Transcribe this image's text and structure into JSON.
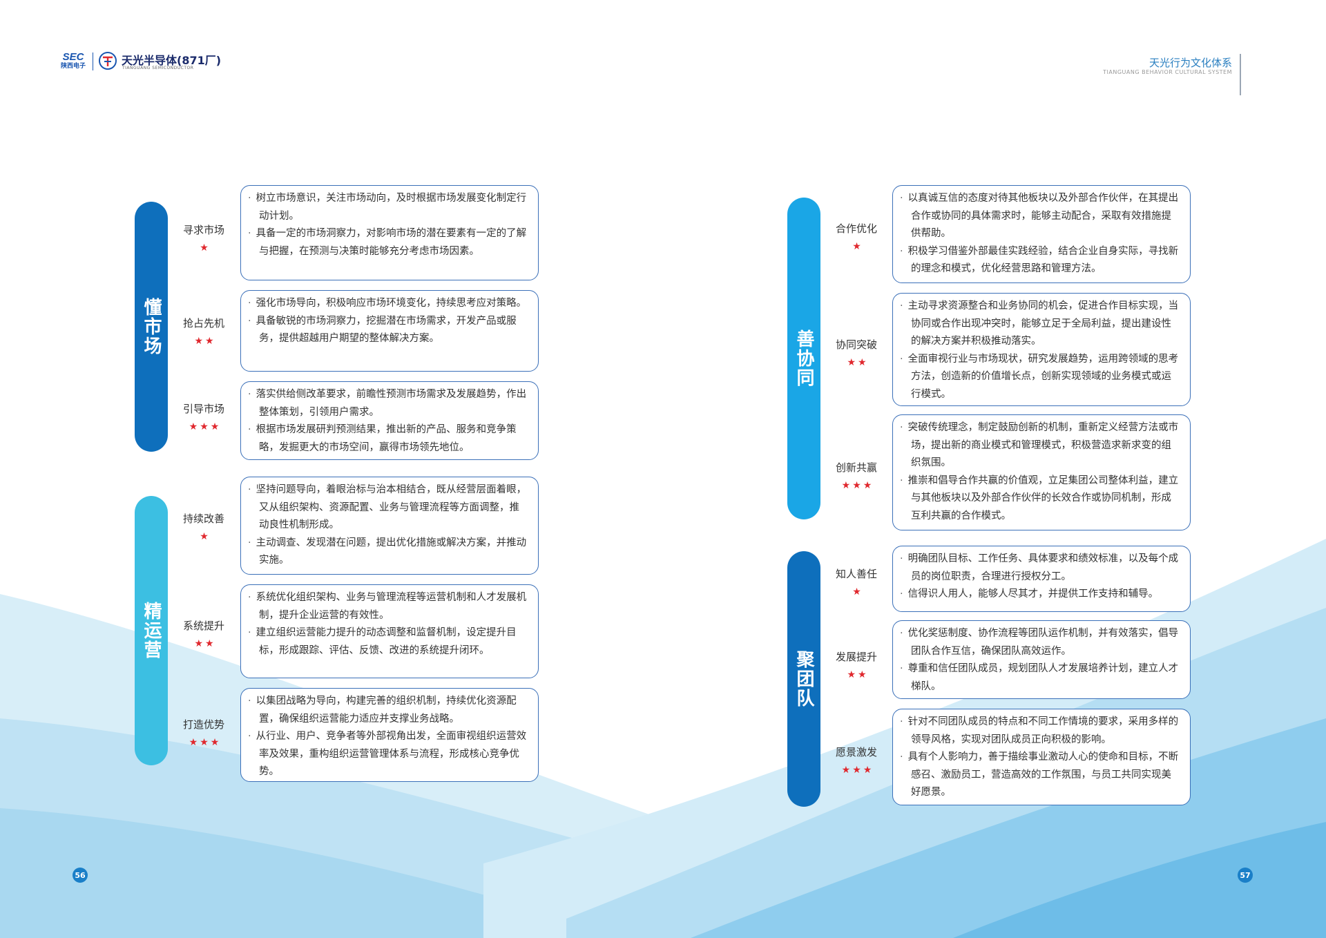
{
  "header": {
    "logo_sec": "SEC",
    "logo_sec_sub": "陕西电子",
    "company_name": "天光半导体(871厂)",
    "company_name_en": "TIANGUANG SEMICONDUCTOR",
    "title": "天光行为文化体系",
    "subtitle": "TIANGUANG BEHAVIOR CULTURAL SYSTEM"
  },
  "colors": {
    "dark_blue": "#0e6fbc",
    "light_blue": "#2eb8e0",
    "sky_blue": "#1aa6e6",
    "card_border": "#3a6fb8",
    "star_red": "#e0282e"
  },
  "left_page": {
    "groups": [
      {
        "title": "懂市场",
        "items": [
          {
            "label": "寻求市场",
            "stars": "★",
            "lines": [
              "树立市场意识，关注市场动向，及时根据市场发展变化制定行动计划。",
              "具备一定的市场洞察力，对影响市场的潜在要素有一定的了解与把握，在预测与决策时能够充分考虑市场因素。"
            ]
          },
          {
            "label": "抢占先机",
            "stars": "★★",
            "lines": [
              "强化市场导向，积极响应市场环境变化，持续思考应对策略。",
              "具备敏锐的市场洞察力，挖掘潜在市场需求，开发产品或服务，提供超越用户期望的整体解决方案。"
            ]
          },
          {
            "label": "引导市场",
            "stars": "★★★",
            "lines": [
              "落实供给侧改革要求，前瞻性预测市场需求及发展趋势，作出整体策划，引领用户需求。",
              "根据市场发展研判预测结果，推出新的产品、服务和竞争策略，发掘更大的市场空间，赢得市场领先地位。"
            ]
          }
        ]
      },
      {
        "title": "精运营",
        "items": [
          {
            "label": "持续改善",
            "stars": "★",
            "lines": [
              "坚持问题导向，着眼治标与治本相结合，既从经营层面着眼，又从组织架构、资源配置、业务与管理流程等方面调整，推动良性机制形成。",
              "主动调查、发现潜在问题，提出优化措施或解决方案，并推动实施。"
            ]
          },
          {
            "label": "系统提升",
            "stars": "★★",
            "lines": [
              "系统优化组织架构、业务与管理流程等运营机制和人才发展机制，提升企业运营的有效性。",
              "建立组织运营能力提升的动态调整和监督机制，设定提升目标，形成跟踪、评估、反馈、改进的系统提升闭环。"
            ]
          },
          {
            "label": "打造优势",
            "stars": "★★★",
            "lines": [
              "以集团战略为导向，构建完善的组织机制，持续优化资源配置，确保组织运营能力适应并支撑业务战略。",
              "从行业、用户、竞争者等外部视角出发，全面审视组织运营效率及效果，重构组织运营管理体系与流程，形成核心竞争优势。"
            ]
          }
        ]
      }
    ],
    "page_number": "56"
  },
  "right_page": {
    "groups": [
      {
        "title": "善协同",
        "items": [
          {
            "label": "合作优化",
            "stars": "★",
            "lines": [
              "以真诚互信的态度对待其他板块以及外部合作伙伴，在其提出合作或协同的具体需求时，能够主动配合，采取有效措施提供帮助。",
              "积极学习借鉴外部最佳实践经验，结合企业自身实际，寻找新的理念和模式，优化经营思路和管理方法。"
            ]
          },
          {
            "label": "协同突破",
            "stars": "★★",
            "lines": [
              "主动寻求资源整合和业务协同的机会，促进合作目标实现，当协同或合作出现冲突时，能够立足于全局利益，提出建设性的解决方案并积极推动落实。",
              "全面审视行业与市场现状，研究发展趋势，运用跨领域的思考方法，创造新的价值增长点，创新实现领域的业务模式或运行模式。"
            ]
          },
          {
            "label": "创新共赢",
            "stars": "★★★",
            "lines": [
              "突破传统理念，制定鼓励创新的机制，重新定义经营方法或市场，提出新的商业模式和管理模式，积极营造求新求变的组织氛围。",
              "推崇和倡导合作共赢的价值观，立足集团公司整体利益，建立与其他板块以及外部合作伙伴的长效合作或协同机制，形成互利共赢的合作模式。"
            ]
          }
        ]
      },
      {
        "title": "聚团队",
        "items": [
          {
            "label": "知人善任",
            "stars": "★",
            "lines": [
              "明确团队目标、工作任务、具体要求和绩效标准，以及每个成员的岗位职责，合理进行授权分工。",
              "信得识人用人，能够人尽其才，并提供工作支持和辅导。"
            ]
          },
          {
            "label": "发展提升",
            "stars": "★★",
            "lines": [
              "优化奖惩制度、协作流程等团队运作机制，并有效落实，倡导团队合作互信，确保团队高效运作。",
              "尊重和信任团队成员，规划团队人才发展培养计划，建立人才梯队。"
            ]
          },
          {
            "label": "愿景激发",
            "stars": "★★★",
            "lines": [
              "针对不同团队成员的特点和不同工作情境的要求，采用多样的领导风格，实现对团队成员正向积极的影响。",
              "具有个人影响力，善于描绘事业激动人心的使命和目标，不断感召、激励员工，营造高效的工作氛围，与员工共同实现美好愿景。"
            ]
          }
        ]
      }
    ],
    "page_number": "57"
  }
}
